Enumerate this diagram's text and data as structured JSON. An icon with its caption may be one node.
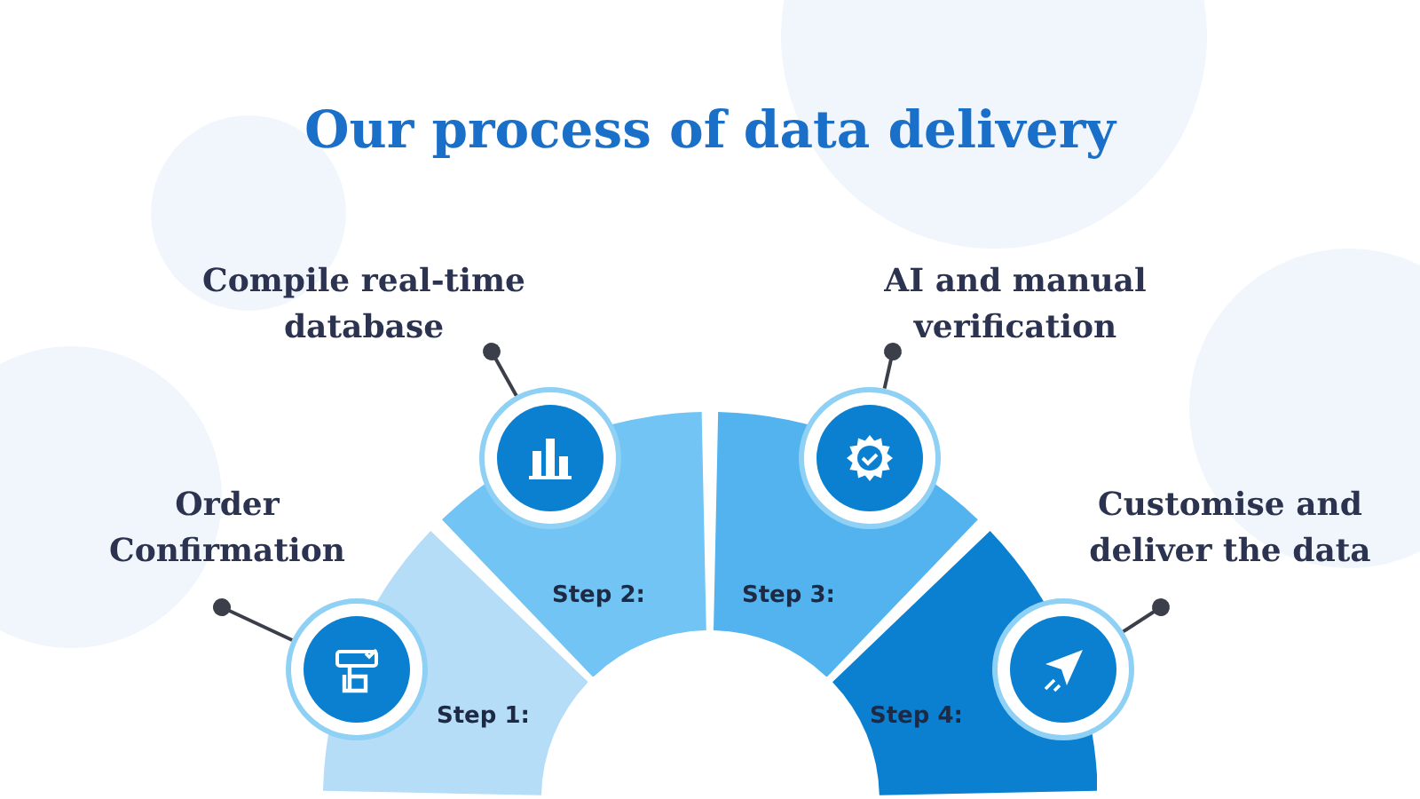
{
  "diagram": {
    "title": "Our process of data delivery",
    "nodes": [
      {
        "text": [
          "Order Confirmation"
        ]
      },
      {
        "text": [
          "Step 1:"
        ]
      },
      {
        "text": [],
        "shape": "circle"
      },
      {
        "text": [
          "Compile real-time database"
        ]
      },
      {
        "text": [
          "Step 2:"
        ]
      },
      {
        "text": [],
        "shape": "circle"
      },
      {
        "text": [
          "AI and manual verification"
        ]
      },
      {
        "text": [
          "Step 3:"
        ]
      },
      {
        "text": [],
        "shape": "circle"
      },
      {
        "text": [
          "Customise and deliver the data"
        ]
      },
      {
        "text": [
          "Step 4:"
        ]
      },
      {
        "text": [],
        "shape": "circle"
      }
    ],
    "edges": [
      {
        "from": 0,
        "to": 2,
        "arrow": "other"
      },
      {
        "from": 3,
        "to": 5,
        "arrow": "other"
      },
      {
        "from": 6,
        "to": 8,
        "arrow": "other"
      },
      {
        "from": 9,
        "to": 11,
        "arrow": "other"
      }
    ]
  }
}
